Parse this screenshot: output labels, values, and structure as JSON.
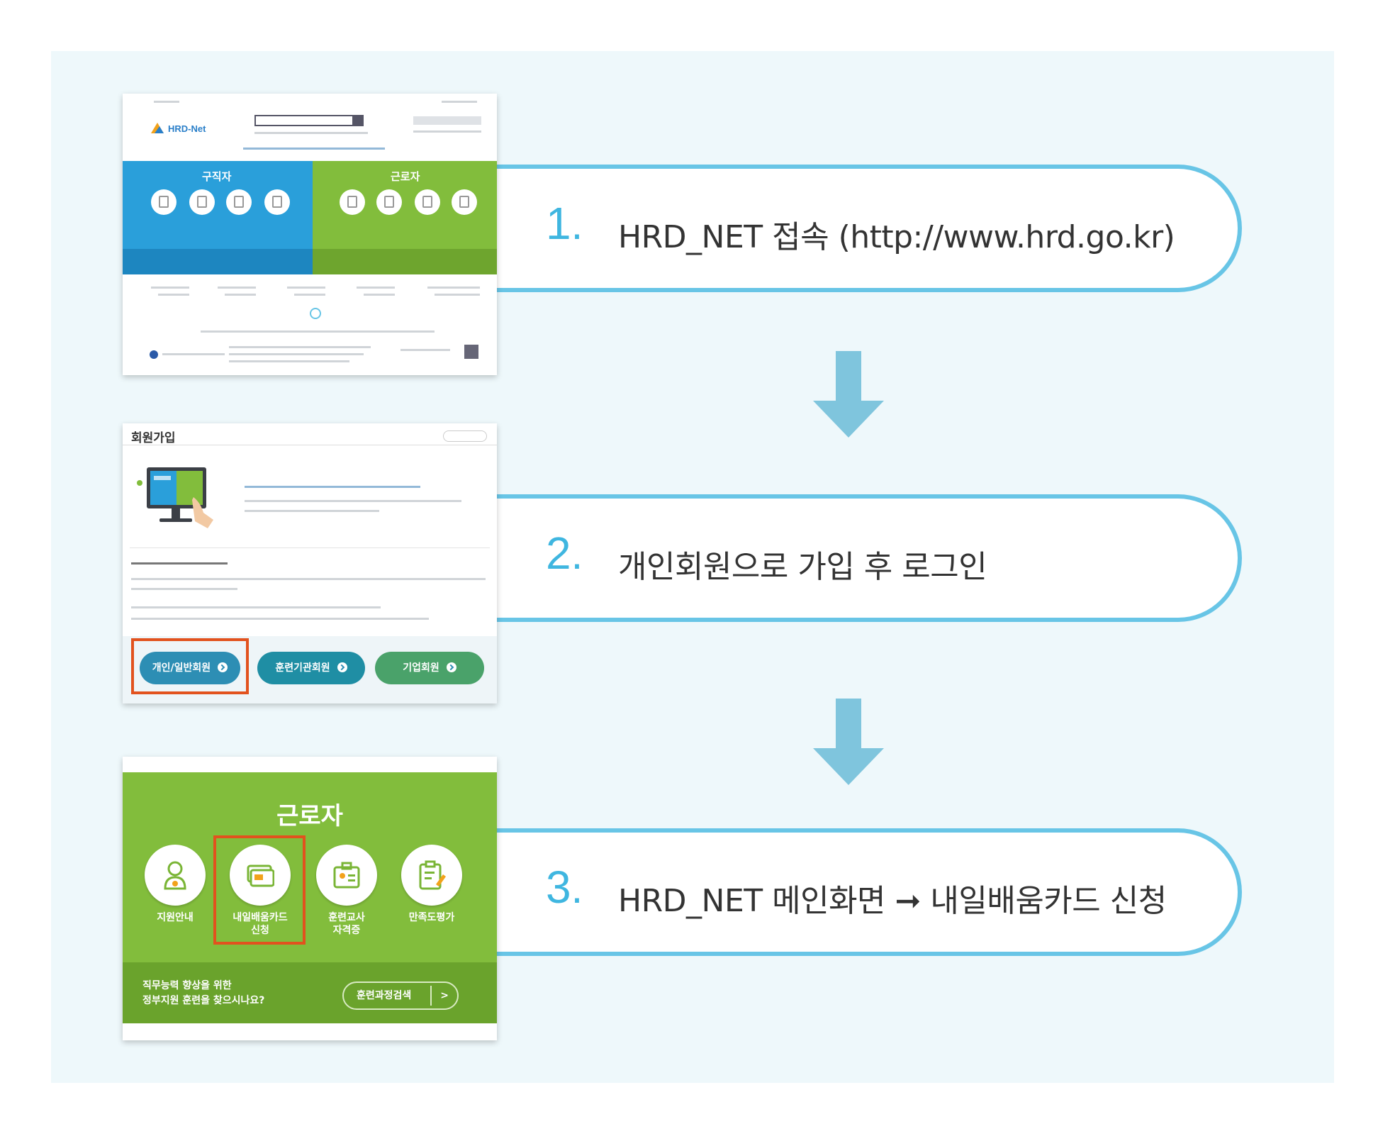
{
  "steps": [
    {
      "num": "1",
      "dot": ".",
      "text": "HRD_NET 접속 (http://www.hrd.go.kr)"
    },
    {
      "num": "2",
      "dot": ".",
      "text": "개인회원으로 가입 후 로그인"
    },
    {
      "num": "3",
      "dot": ".",
      "text": "HRD_NET 메인화면 ➞ 내일배움카드 신청"
    }
  ],
  "thumb1": {
    "logo": "HRD-Net",
    "section_left": "구직자",
    "section_right": "근로자"
  },
  "thumb2": {
    "title": "회원가입",
    "buttons": [
      "개인/일반회원",
      "훈련기관회원",
      "기업회원"
    ]
  },
  "thumb3": {
    "title": "근로자",
    "items": [
      {
        "label": "지원안내",
        "icon": "person-icon"
      },
      {
        "label": "내일배움카드\n신청",
        "icon": "card-icon"
      },
      {
        "label": "훈련교사\n자격증",
        "icon": "certificate-icon"
      },
      {
        "label": "만족도평가",
        "icon": "clipboard-icon"
      }
    ],
    "footer_line1": "직무능력 향상을 위한",
    "footer_line2": "정부지원 훈련을 찾으시나요?",
    "footer_button": "훈련과정검색",
    "footer_button_arrow": ">"
  },
  "colors": {
    "panel_bg": "#eef8fb",
    "pill_border": "#68c5e6",
    "number": "#3fb6e0",
    "arrow": "#7fc5dd",
    "green": "#82bd3c",
    "blue": "#2a9fda",
    "highlight": "#e2521e"
  }
}
